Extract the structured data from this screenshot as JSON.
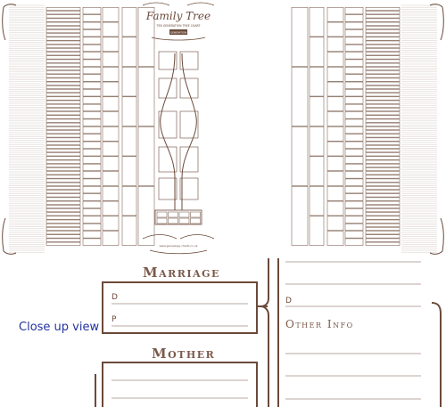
{
  "title": {
    "main": "Family Tree",
    "subtitle": "TEN GENERATION TREE CHART",
    "badge": "GENERATION"
  },
  "footer_url": "www.genealogy-charts.co.uk",
  "close_up": {
    "label": "Close up view",
    "marriage_heading": "Marriage",
    "mother_heading": "Mother",
    "other_info_label": "Other Info",
    "field_d": "D",
    "field_p": "P"
  },
  "colors": {
    "brand_brown": "#6b4a3a",
    "line_grey": "#b8aaa2",
    "label_blue": "#2433a0"
  }
}
